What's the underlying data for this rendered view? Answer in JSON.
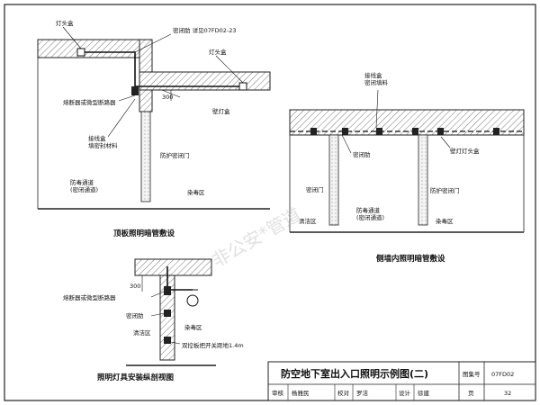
{
  "labels": {
    "lamp_box_1": "灯头盒",
    "sealing_ring_ref": "密闭肋  详见07FD02-23",
    "lamp_box_2": "灯头盒",
    "junction_box_fill": "接线盒\n密闭填料",
    "fuse": "熔断器或微型断路器",
    "dim_300_a": "300",
    "wall_lamp_box": "壁灯盒",
    "junction_seal": "接线盒\n填密封材料",
    "protective_door_1": "防护密闭门",
    "decon_corridor": "防毒通道\n(密闭通道)",
    "poison_zone_1": "染毒区",
    "sealed_door_1": "密闭门",
    "protective_door_2": "防护密闭门",
    "clean_zone_1": "清洁区",
    "decon_corridor_2": "防毒通道\n(密闭通道)",
    "poison_zone_2": "染毒区",
    "sealing_ring_2": "密闭肋",
    "wall_lamp_box_2": "壁灯灯头盒",
    "fuse_2": "熔断器或微型断路器",
    "sealing_ring_3": "密闭肋",
    "dim_300_b": "300",
    "poison_zone_3": "染毒区",
    "clean_zone_2": "清洁区",
    "switch_height": "双控板把开关距地1.4m"
  },
  "captions": {
    "ceiling": "顶板照明暗管敷设",
    "side_wall": "侧墙内照明暗管敷设",
    "section": "照明灯具安装纵剖视图"
  },
  "watermark": "非公安*管道",
  "title_block": {
    "title": "防空地下室出入口照明示例图(二)",
    "atlas_label": "图集号",
    "atlas_no": "07FD02",
    "review_label": "审核",
    "review_name": "杨雅民",
    "check_label": "校对",
    "check_name": "罗洁",
    "design_label": "设计",
    "design_name": "徐建",
    "page_label": "页",
    "page_no": "32"
  }
}
